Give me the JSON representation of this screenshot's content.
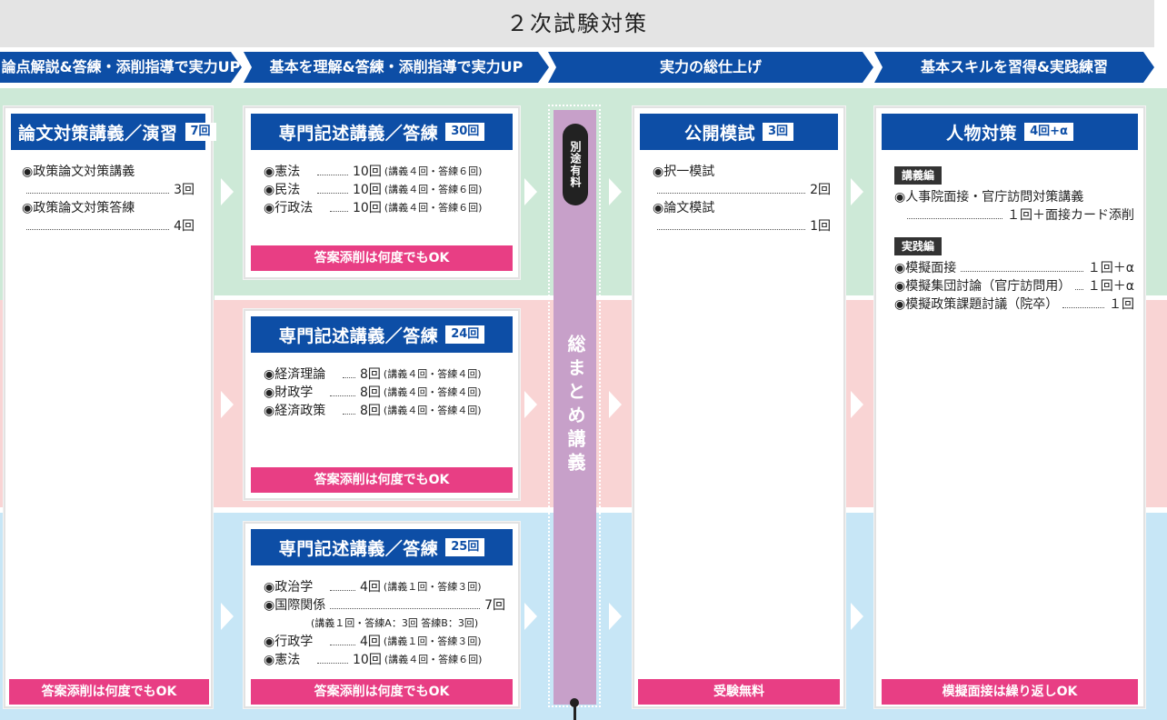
{
  "title": "２次試験対策",
  "phases": [
    "論点解説&答練・添削指導で実力UP",
    "基本を理解&答練・添削指導で実力UP",
    "実力の総仕上げ",
    "基本スキルを習得&実践練習"
  ],
  "colors": {
    "navy": "#0d4ea6",
    "pink": "#e83e84",
    "green_band": "#cde9d7",
    "pink_band": "#f9d4d4",
    "blue_band": "#c7e6f6",
    "purple": "#c7a0c9"
  },
  "ronbun": {
    "title": "論文対策講義／演習",
    "badge": "7回",
    "items": [
      {
        "name": "◉政策論文対策講義",
        "count": "3回"
      },
      {
        "name": "◉政策論文対策答練",
        "count": "4回"
      }
    ],
    "footer": "答案添削は何度でもOK"
  },
  "senmon1": {
    "title": "専門記述講義／答練",
    "badge": "30回",
    "items": [
      {
        "name": "◉憲法",
        "count": "10回",
        "note": "(講義４回・答練６回)"
      },
      {
        "name": "◉民法",
        "count": "10回",
        "note": "(講義４回・答練６回)"
      },
      {
        "name": "◉行政法",
        "count": "10回",
        "note": "(講義４回・答練６回)"
      }
    ],
    "footer": "答案添削は何度でもOK"
  },
  "senmon2": {
    "title": "専門記述講義／答練",
    "badge": "24回",
    "items": [
      {
        "name": "◉経済理論",
        "count": "8回",
        "note": "(講義４回・答練４回)"
      },
      {
        "name": "◉財政学",
        "count": "8回",
        "note": "(講義４回・答練４回)"
      },
      {
        "name": "◉経済政策",
        "count": "8回",
        "note": "(講義４回・答練４回)"
      }
    ],
    "footer": "答案添削は何度でもOK"
  },
  "senmon3": {
    "title": "専門記述講義／答練",
    "badge": "25回",
    "items": [
      {
        "name": "◉政治学",
        "count": "4回",
        "note": "(講義１回・答練３回)"
      },
      {
        "name": "◉国際関係",
        "count": "7回",
        "note": ""
      },
      {
        "name": "◉行政学",
        "count": "4回",
        "note": "(講義１回・答練３回)"
      },
      {
        "name": "◉憲法",
        "count": "10回",
        "note": "(講義４回・答練６回)"
      }
    ],
    "kokusai_note": "(講義１回・答練A：3回 答練B：3回)",
    "footer": "答案添削は何度でもOK"
  },
  "matome": {
    "extra": "別途有料",
    "title": "総まとめ講義"
  },
  "moshi": {
    "title": "公開模試",
    "badge": "3回",
    "items": [
      {
        "name": "◉択一模試",
        "count": "2回"
      },
      {
        "name": "◉論文模試",
        "count": "1回"
      }
    ],
    "footer": "受験無料"
  },
  "jinbutsu": {
    "title": "人物対策",
    "badge": "4回+α",
    "lecture_tag": "講義編",
    "lecture_item": "◉人事院面接・官庁訪問対策講義",
    "lecture_count": "１回＋面接カード添削",
    "practice_tag": "実践編",
    "practice_items": [
      {
        "name": "◉模擬面接",
        "count": "１回＋α"
      },
      {
        "name": "◉模擬集団討論（官庁訪問用）",
        "count": "１回＋α"
      },
      {
        "name": "◉模擬政策課題討議（院卒）",
        "count": "１回"
      }
    ],
    "footer": "模擬面接は繰り返しOK"
  }
}
